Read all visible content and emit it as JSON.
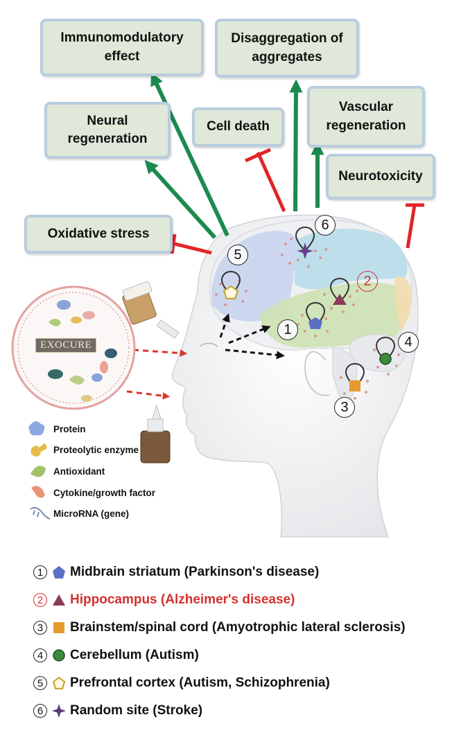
{
  "effects": {
    "immunomodulatory": "Immunomodulatory\neffect",
    "disaggregation": "Disaggregation of\naggregates",
    "neural_regeneration": "Neural\nregeneration",
    "cell_death": "Cell death",
    "vascular_regeneration": "Vascular\nregeneration",
    "neurotoxicity": "Neurotoxicity",
    "oxidative_stress": "Oxidative stress"
  },
  "exosome_label": "EXOCURE",
  "components_legend": [
    {
      "label": "Protein",
      "icon": "protein-icon"
    },
    {
      "label": "Proteolytic enzyme",
      "icon": "enzyme-icon"
    },
    {
      "label": "Antioxidant",
      "icon": "antioxidant-icon"
    },
    {
      "label": "Cytokine/growth factor",
      "icon": "cytokine-icon"
    },
    {
      "label": "MicroRNA (gene)",
      "icon": "microrna-icon"
    }
  ],
  "brain_numbers": [
    "1",
    "2",
    "3",
    "4",
    "5",
    "6"
  ],
  "sites": [
    {
      "num": "1",
      "label": "Midbrain striatum (Parkinson's disease)",
      "icon": "blue-pentagon-icon"
    },
    {
      "num": "2",
      "label": "Hippocampus (Alzheimer's disease)",
      "icon": "purple-triangle-icon"
    },
    {
      "num": "3",
      "label": "Brainstem/spinal cord (Amyotrophic lateral sclerosis)",
      "icon": "orange-square-icon"
    },
    {
      "num": "4",
      "label": "Cerebellum (Autism)",
      "icon": "green-circle-icon"
    },
    {
      "num": "5",
      "label": "Prefrontal cortex (Autism, Schizophrenia)",
      "icon": "gold-pentagon-outline-icon"
    },
    {
      "num": "6",
      "label": "Random site (Stroke)",
      "icon": "purple-star-icon"
    }
  ],
  "colors": {
    "promote_arrow": "#1c8a4f",
    "inhibit_bar": "#e0262a",
    "box_fill": "#dfe8d9",
    "box_border": "#b9cddd",
    "highlight_text": "#d4312f"
  }
}
